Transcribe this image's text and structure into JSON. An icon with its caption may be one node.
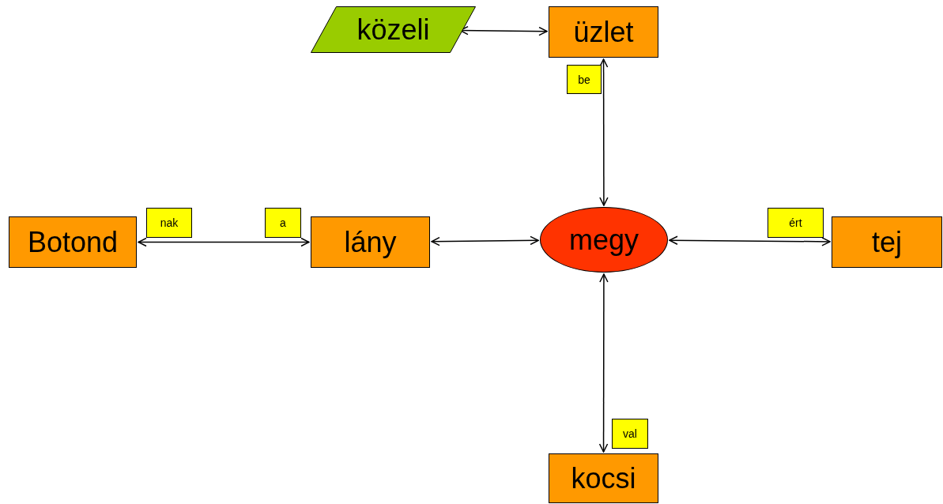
{
  "diagram": {
    "nodes": [
      {
        "text": [
          "közeli"
        ]
      },
      {
        "text": [
          "üzlet"
        ]
      },
      {
        "text": [
          "be"
        ]
      },
      {
        "text": [
          "nak"
        ]
      },
      {
        "text": [
          "a"
        ]
      },
      {
        "text": [
          "Botond"
        ]
      },
      {
        "text": [
          "lány"
        ]
      },
      {
        "text": [
          "megy"
        ]
      },
      {
        "text": [
          "ért"
        ]
      },
      {
        "text": [
          "tej"
        ]
      },
      {
        "text": [
          "val"
        ]
      },
      {
        "text": [
          "kocsi"
        ]
      }
    ],
    "edges": [
      {
        "from": 0,
        "to": 1,
        "arrow": "both"
      },
      {
        "from": 5,
        "to": 6,
        "arrow": "both"
      },
      {
        "from": 6,
        "to": 7,
        "arrow": "both"
      },
      {
        "from": 7,
        "to": 9,
        "arrow": "both"
      },
      {
        "from": 1,
        "to": 7,
        "arrow": "both"
      },
      {
        "from": 7,
        "to": 11,
        "arrow": "both"
      }
    ]
  }
}
